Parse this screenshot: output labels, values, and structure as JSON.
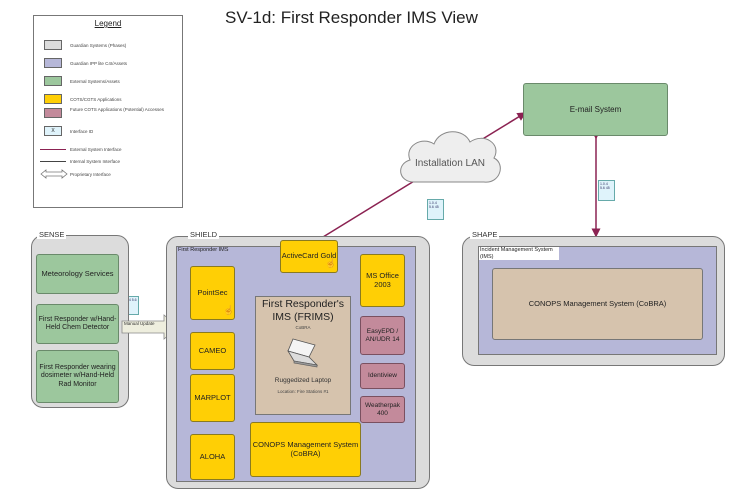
{
  "title": "SV-1d:  First Responder IMS View",
  "legend": {
    "title": "Legend",
    "items": [
      {
        "label": "Guardian Systems (Phases)",
        "color": "#dcdcdc"
      },
      {
        "label": "Guardian IPP lite C4I/Assets",
        "color": "#b6b7d8"
      },
      {
        "label": "External Systems/Assets",
        "color": "#9cc79d"
      },
      {
        "label": "COTS/CGTS Applications",
        "color": "#ffcf05"
      },
      {
        "label": "Future COTS Applications (Potential) Accesses",
        "color": "#c38a9b"
      },
      {
        "label": "Interface ID",
        "color": "#dff3fb"
      }
    ],
    "lines": [
      {
        "label": "External System Interface",
        "color": "#8b2252"
      },
      {
        "label": "Internal System Interface",
        "color": "#444444"
      },
      {
        "label": "Proprietary Interface",
        "color": "#777777"
      }
    ]
  },
  "email_system": "E-mail System",
  "installation_lan": "Installation LAN",
  "sense": {
    "label": "SENSE",
    "items": [
      "Meteorology Services",
      "First Responder w/Hand-Held Chem Detector",
      "First Responder wearing dosimeter w/Hand-Held Rad Monitor"
    ]
  },
  "manual_update": "Manual Update",
  "shield": {
    "label": "SHIELD",
    "sublabel": "First Responder IMS",
    "activecard": "ActiveCard Gold",
    "pointsec": "PointSec",
    "cameo": "CAMEO",
    "marplot": "MARPLOT",
    "aloha": "ALOHA",
    "frims_title": "First Responder's IMS (FRIMS)",
    "frims_sub": "CoBRA",
    "laptop_label": "Ruggedized Laptop",
    "laptop_location": "Location: Fire Stations #1",
    "conops": "CONOPS Management System (CoBRA)",
    "ms_office": "MS Office 2003",
    "easyepd": "EasyEPD / AN/UDR 14",
    "identiview": "Identiview",
    "weatherpak": "Weatherpak 400"
  },
  "shape": {
    "label": "SHAPE",
    "sublabel": "Incident Management System (IMS)",
    "conops": "CONOPS Management System (CoBRA)"
  },
  "interface_ids": {
    "sense_link": "1.0.4 5.6",
    "shield_email": "1.0.4 5.6 45",
    "shape_email": "1.0.4 5.6 45"
  }
}
